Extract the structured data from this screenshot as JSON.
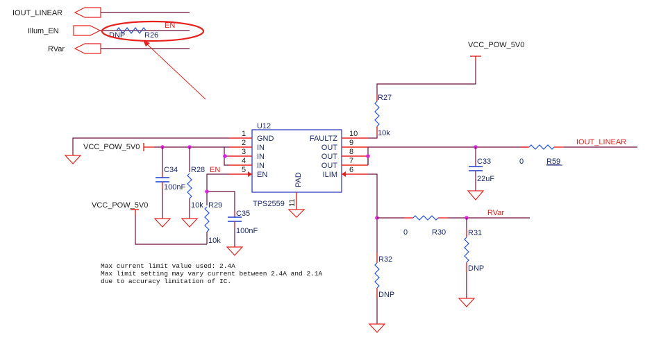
{
  "ports": [
    {
      "label": "IOUT_LINEAR",
      "direction": "input"
    },
    {
      "label": "Illum_EN",
      "direction": "output"
    },
    {
      "label": "RVar",
      "direction": "input"
    }
  ],
  "annotation": {
    "r26_ref": "R26",
    "r26_value": "DNP",
    "net_label": "EN",
    "highlight_color": "#e8201c"
  },
  "ic": {
    "ref": "U12",
    "part": "TPS2559",
    "pins_left": [
      {
        "num": "1",
        "name": "GND"
      },
      {
        "num": "2",
        "name": "IN"
      },
      {
        "num": "3",
        "name": "IN"
      },
      {
        "num": "4",
        "name": "IN"
      },
      {
        "num": "5",
        "name": "EN"
      }
    ],
    "pins_right": [
      {
        "num": "10",
        "name": "FAULTZ"
      },
      {
        "num": "9",
        "name": "OUT"
      },
      {
        "num": "8",
        "name": "OUT"
      },
      {
        "num": "7",
        "name": "OUT"
      },
      {
        "num": "6",
        "name": "ILIM"
      }
    ],
    "pad": {
      "num": "11",
      "name": "PAD"
    }
  },
  "power_labels": {
    "vcc_left": "VCC_POW_5V0",
    "vcc_bottom_left": "VCC_POW_5V0",
    "vcc_top": "VCC_POW_5V0"
  },
  "components": {
    "c34": {
      "ref": "C34",
      "value": "100nF"
    },
    "r28": {
      "ref": "R28",
      "value": "10k"
    },
    "r29": {
      "ref": "R29",
      "value": "10k"
    },
    "c35": {
      "ref": "C35",
      "value": "100nF"
    },
    "r27": {
      "ref": "R27",
      "value": "10k"
    },
    "c33": {
      "ref": "C33",
      "value": "22uF"
    },
    "r59": {
      "ref": "R59",
      "value": "0"
    },
    "r30": {
      "ref": "R30",
      "value": "0"
    },
    "r31": {
      "ref": "R31",
      "value": "DNP"
    },
    "r32": {
      "ref": "R32",
      "value": "DNP"
    }
  },
  "net_labels": {
    "en": "EN",
    "iout_linear": "IOUT_LINEAR",
    "rvar": "RVar"
  },
  "notes": [
    "Max current limit value used: 2.4A",
    "Max limit setting may vary current between 2.4A and 2.1A",
    "due to accuracy limitation of IC."
  ]
}
